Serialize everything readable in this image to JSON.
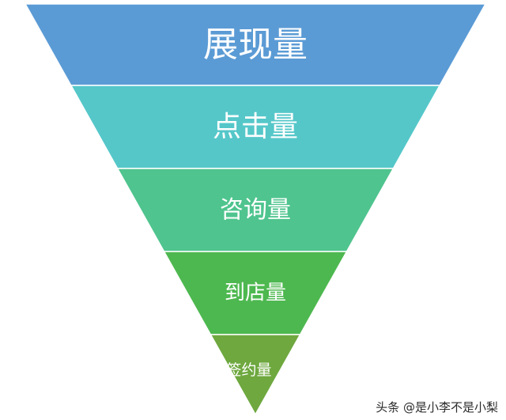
{
  "funnel": {
    "stages": [
      {
        "label": "展现量",
        "color": "#5b9bd5"
      },
      {
        "label": "点击量",
        "color": "#55c7c9"
      },
      {
        "label": "咨询量",
        "color": "#4fc48e"
      },
      {
        "label": "到店量",
        "color": "#4db84f"
      },
      {
        "label": "签约量",
        "color": "#6ea83f"
      }
    ]
  },
  "watermark": {
    "text": "头条 @是小李不是小梨"
  }
}
